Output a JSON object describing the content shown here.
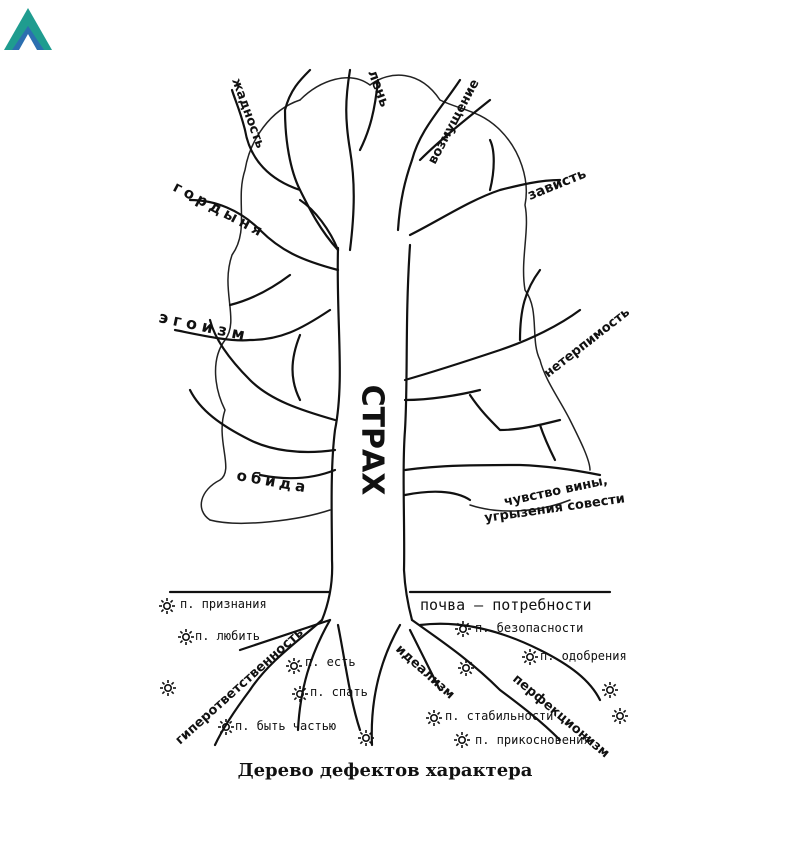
{
  "logo": {
    "icon": "triangle-logo-icon",
    "colors": [
      "#1f9c8f",
      "#2b6fb0"
    ]
  },
  "diagram": {
    "title": "Дерево дефектов характера",
    "trunk_label": "СТРАХ",
    "soil_label": "почва – потребности",
    "branches": [
      "жадность",
      "лень",
      "возмущение",
      "зависть",
      "гордыня",
      "нетерпимость",
      "эгоизм",
      "обида",
      "чувство вины,",
      "угрызения совести"
    ],
    "roots": [
      "гиперответственность",
      "идеализм",
      "перфекционизм"
    ],
    "needs": [
      "п. признания",
      "п. любить",
      "п. есть",
      "п. спать",
      "п. быть частью",
      "п. безопасности",
      "п. одобрения",
      "п. стабильности",
      "п. прикосновения"
    ]
  }
}
